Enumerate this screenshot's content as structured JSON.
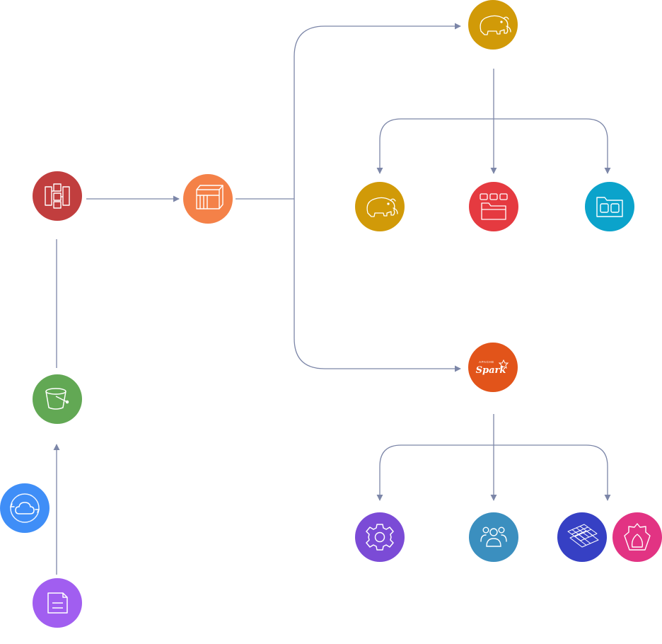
{
  "colors": {
    "connector": "#7c86a8",
    "icon_stroke": "#ffffff",
    "background": "#ffffff"
  },
  "nodes": [
    {
      "id": "file-source",
      "icon": "document-icon",
      "color": "#a15ef0"
    },
    {
      "id": "sync-service",
      "icon": "cloud-sync-icon",
      "color": "#3f8ef7"
    },
    {
      "id": "storage-bucket",
      "icon": "bucket-icon",
      "color": "#62a854"
    },
    {
      "id": "data-pipeline",
      "icon": "pipeline-icon",
      "color": "#c13e3e"
    },
    {
      "id": "data-transfer",
      "icon": "container-icon",
      "color": "#f48148"
    },
    {
      "id": "hadoop-top",
      "icon": "hadoop-elephant-icon",
      "color": "#d19a08"
    },
    {
      "id": "hadoop-child",
      "icon": "hadoop-elephant-icon",
      "color": "#d19a08"
    },
    {
      "id": "folder-apps",
      "icon": "folder-apps-icon",
      "color": "#e53a40"
    },
    {
      "id": "folder-storage",
      "icon": "folder-icon",
      "color": "#0ba3cb"
    },
    {
      "id": "spark",
      "icon": "spark-logo-icon",
      "color": "#e2541a",
      "label": "Spark",
      "sublabel": "APACHE"
    },
    {
      "id": "settings",
      "icon": "gear-icon",
      "color": "#7b4bd6"
    },
    {
      "id": "users",
      "icon": "users-icon",
      "color": "#3b8fbf"
    },
    {
      "id": "solar-panels",
      "icon": "solar-panel-icon",
      "color": "#3640c4"
    },
    {
      "id": "shield-app",
      "icon": "shield-icon",
      "color": "#e23383"
    }
  ]
}
